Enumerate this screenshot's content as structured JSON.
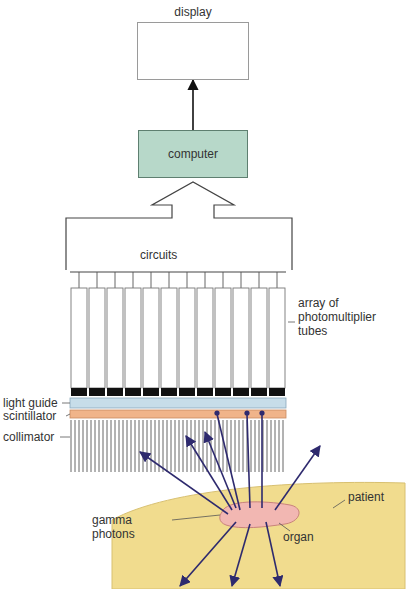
{
  "diagram": {
    "nodes": [
      {
        "text": [
          "display"
        ]
      },
      {
        "text": [
          "computer"
        ]
      }
    ],
    "edges": [
      {
        "from": 1,
        "to": 0,
        "arrow": "to"
      }
    ],
    "labels": [
      "circuits",
      "array of photomultiplier tubes",
      "light guide",
      "scintillator",
      "collimator",
      "patient",
      "gamma photons",
      "organ"
    ]
  }
}
